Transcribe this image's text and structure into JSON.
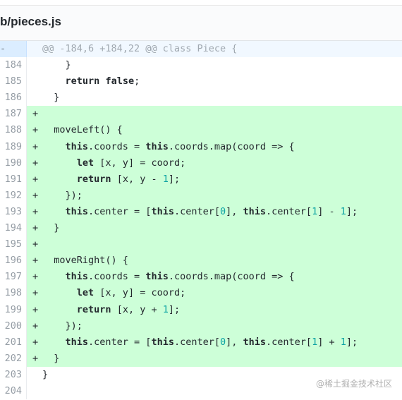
{
  "file": {
    "path": "b/pieces.js"
  },
  "hunk": {
    "marker": "-",
    "header": "@@ -184,6 +184,22 @@ class Piece {"
  },
  "lines": [
    {
      "num": "184",
      "marker": "",
      "type": "context",
      "tokens": [
        {
          "t": "    }",
          "c": ""
        }
      ]
    },
    {
      "num": "185",
      "marker": "",
      "type": "context",
      "tokens": [
        {
          "t": "    ",
          "c": ""
        },
        {
          "t": "return",
          "c": "kw"
        },
        {
          "t": " ",
          "c": ""
        },
        {
          "t": "false",
          "c": "kw"
        },
        {
          "t": ";",
          "c": ""
        }
      ]
    },
    {
      "num": "186",
      "marker": "",
      "type": "context",
      "tokens": [
        {
          "t": "  }",
          "c": ""
        }
      ]
    },
    {
      "num": "187",
      "marker": "+",
      "type": "add",
      "tokens": []
    },
    {
      "num": "188",
      "marker": "+",
      "type": "add",
      "tokens": [
        {
          "t": "  moveLeft() {",
          "c": ""
        }
      ]
    },
    {
      "num": "189",
      "marker": "+",
      "type": "add",
      "tokens": [
        {
          "t": "    ",
          "c": ""
        },
        {
          "t": "this",
          "c": "kw"
        },
        {
          "t": ".coords = ",
          "c": ""
        },
        {
          "t": "this",
          "c": "kw"
        },
        {
          "t": ".coords.map(coord => {",
          "c": ""
        }
      ]
    },
    {
      "num": "190",
      "marker": "+",
      "type": "add",
      "tokens": [
        {
          "t": "      ",
          "c": ""
        },
        {
          "t": "let",
          "c": "kw"
        },
        {
          "t": " [x, y] = coord;",
          "c": ""
        }
      ]
    },
    {
      "num": "191",
      "marker": "+",
      "type": "add",
      "tokens": [
        {
          "t": "      ",
          "c": ""
        },
        {
          "t": "return",
          "c": "kw"
        },
        {
          "t": " [x, y - ",
          "c": ""
        },
        {
          "t": "1",
          "c": "num"
        },
        {
          "t": "];",
          "c": ""
        }
      ]
    },
    {
      "num": "192",
      "marker": "+",
      "type": "add",
      "tokens": [
        {
          "t": "    });",
          "c": ""
        }
      ]
    },
    {
      "num": "193",
      "marker": "+",
      "type": "add",
      "tokens": [
        {
          "t": "    ",
          "c": ""
        },
        {
          "t": "this",
          "c": "kw"
        },
        {
          "t": ".center = [",
          "c": ""
        },
        {
          "t": "this",
          "c": "kw"
        },
        {
          "t": ".center[",
          "c": ""
        },
        {
          "t": "0",
          "c": "num"
        },
        {
          "t": "], ",
          "c": ""
        },
        {
          "t": "this",
          "c": "kw"
        },
        {
          "t": ".center[",
          "c": ""
        },
        {
          "t": "1",
          "c": "num"
        },
        {
          "t": "] - ",
          "c": ""
        },
        {
          "t": "1",
          "c": "num"
        },
        {
          "t": "];",
          "c": ""
        }
      ]
    },
    {
      "num": "194",
      "marker": "+",
      "type": "add",
      "tokens": [
        {
          "t": "  }",
          "c": ""
        }
      ]
    },
    {
      "num": "195",
      "marker": "+",
      "type": "add",
      "tokens": []
    },
    {
      "num": "196",
      "marker": "+",
      "type": "add",
      "tokens": [
        {
          "t": "  moveRight() {",
          "c": ""
        }
      ]
    },
    {
      "num": "197",
      "marker": "+",
      "type": "add",
      "tokens": [
        {
          "t": "    ",
          "c": ""
        },
        {
          "t": "this",
          "c": "kw"
        },
        {
          "t": ".coords = ",
          "c": ""
        },
        {
          "t": "this",
          "c": "kw"
        },
        {
          "t": ".coords.map(coord => {",
          "c": ""
        }
      ]
    },
    {
      "num": "198",
      "marker": "+",
      "type": "add",
      "tokens": [
        {
          "t": "      ",
          "c": ""
        },
        {
          "t": "let",
          "c": "kw"
        },
        {
          "t": " [x, y] = coord;",
          "c": ""
        }
      ]
    },
    {
      "num": "199",
      "marker": "+",
      "type": "add",
      "tokens": [
        {
          "t": "      ",
          "c": ""
        },
        {
          "t": "return",
          "c": "kw"
        },
        {
          "t": " [x, y + ",
          "c": ""
        },
        {
          "t": "1",
          "c": "num"
        },
        {
          "t": "];",
          "c": ""
        }
      ]
    },
    {
      "num": "200",
      "marker": "+",
      "type": "add",
      "tokens": [
        {
          "t": "    });",
          "c": ""
        }
      ]
    },
    {
      "num": "201",
      "marker": "+",
      "type": "add",
      "tokens": [
        {
          "t": "    ",
          "c": ""
        },
        {
          "t": "this",
          "c": "kw"
        },
        {
          "t": ".center = [",
          "c": ""
        },
        {
          "t": "this",
          "c": "kw"
        },
        {
          "t": ".center[",
          "c": ""
        },
        {
          "t": "0",
          "c": "num"
        },
        {
          "t": "], ",
          "c": ""
        },
        {
          "t": "this",
          "c": "kw"
        },
        {
          "t": ".center[",
          "c": ""
        },
        {
          "t": "1",
          "c": "num"
        },
        {
          "t": "] + ",
          "c": ""
        },
        {
          "t": "1",
          "c": "num"
        },
        {
          "t": "];",
          "c": ""
        }
      ]
    },
    {
      "num": "202",
      "marker": "+",
      "type": "add",
      "tokens": [
        {
          "t": "  }",
          "c": ""
        }
      ]
    },
    {
      "num": "203",
      "marker": "",
      "type": "context",
      "tokens": [
        {
          "t": "}",
          "c": ""
        }
      ]
    },
    {
      "num": "204",
      "marker": "",
      "type": "context",
      "tokens": []
    }
  ],
  "watermark": "@稀土掘金技术社区",
  "colors": {
    "add_bg": "#cdffd8",
    "hunk_bg": "#f1f8ff",
    "keyword": "#24292e",
    "number": "#0aa2a2"
  }
}
